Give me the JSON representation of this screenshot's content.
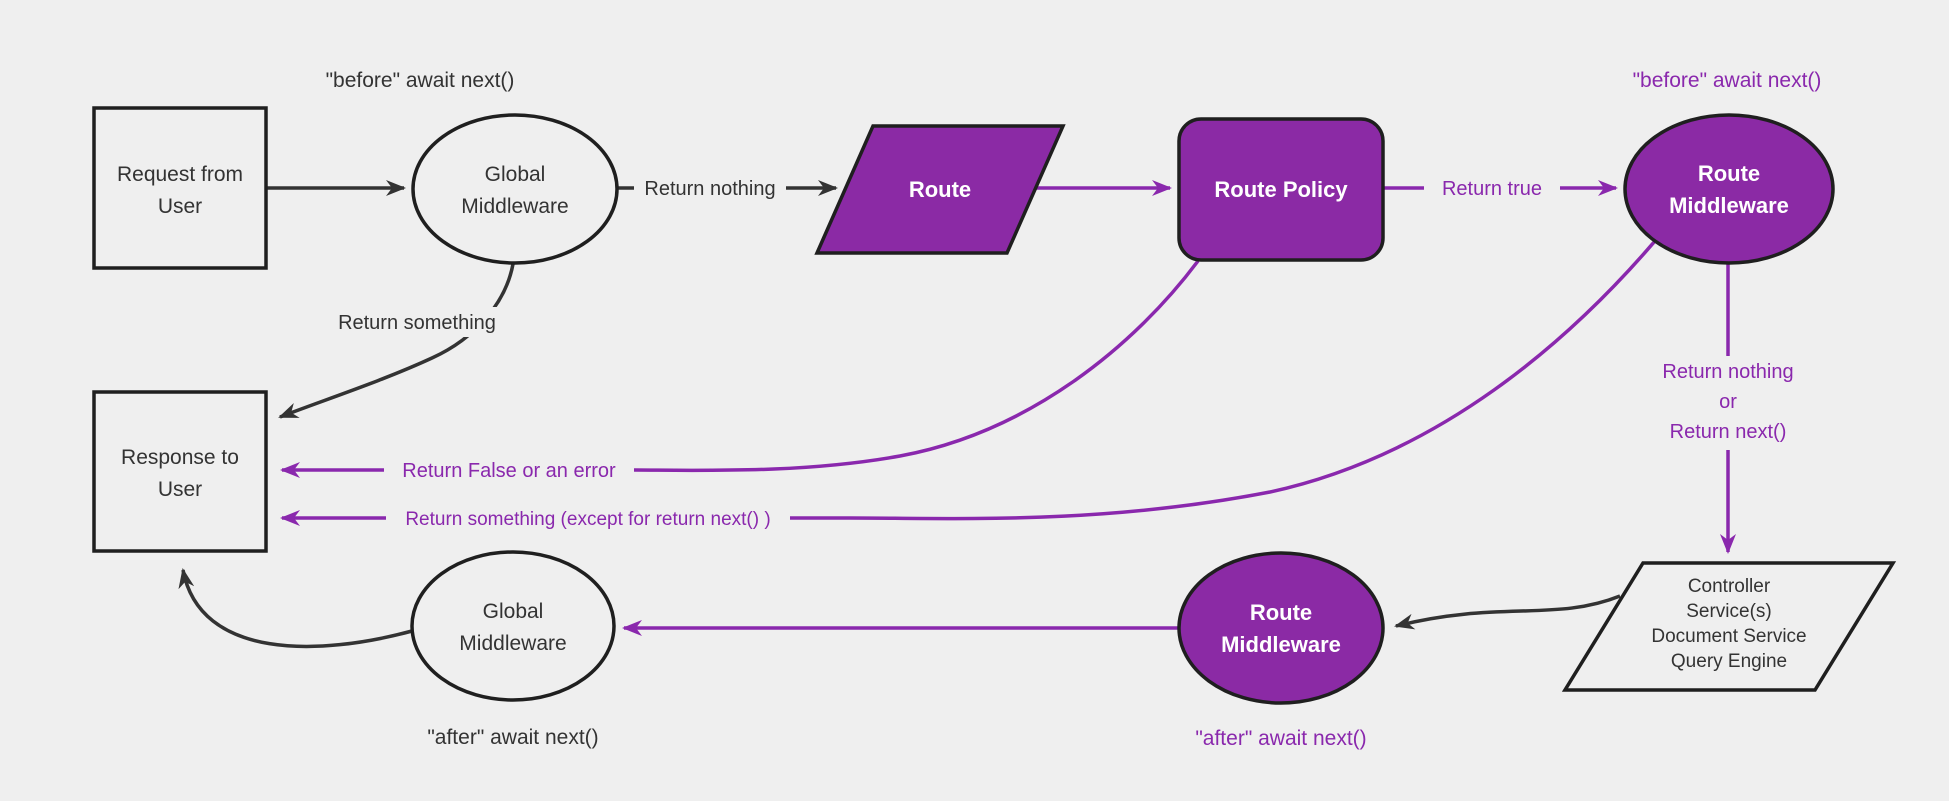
{
  "diagram": {
    "colors": {
      "background": "#efefef",
      "purple_fill": "#8b2aa5",
      "purple_line": "#8a28ad",
      "dark_line": "#333333",
      "node_border": "#1f1f1f",
      "dark_text": "#333333",
      "white_text": "#ffffff"
    },
    "nodes": {
      "request": {
        "lines": [
          "Request from",
          "User"
        ]
      },
      "global_middleware_top": {
        "lines": [
          "Global",
          "Middleware"
        ]
      },
      "route": {
        "label": "Route"
      },
      "route_policy": {
        "label": "Route Policy"
      },
      "route_middleware_top": {
        "lines": [
          "Route",
          "Middleware"
        ]
      },
      "controller": {
        "lines": [
          "Controller",
          "Service(s)",
          "Document Service",
          "Query Engine"
        ]
      },
      "route_middleware_bottom": {
        "lines": [
          "Route",
          "Middleware"
        ]
      },
      "global_middleware_bottom": {
        "lines": [
          "Global",
          "Middleware"
        ]
      },
      "response": {
        "lines": [
          "Response to",
          "User"
        ]
      }
    },
    "annotations": {
      "global_before": "\"before\" await next()",
      "route_before": "\"before\" await next()",
      "route_after": "\"after\" await next()",
      "global_after": "\"after\" await next()"
    },
    "edge_labels": {
      "return_nothing": "Return nothing",
      "return_true": "Return true",
      "return_something": "Return something",
      "return_false_or_error": "Return False or an error",
      "return_something_except": "Return something (except for return next() )",
      "return_nothing_or": [
        "Return nothing",
        "or",
        "Return next()"
      ]
    }
  }
}
